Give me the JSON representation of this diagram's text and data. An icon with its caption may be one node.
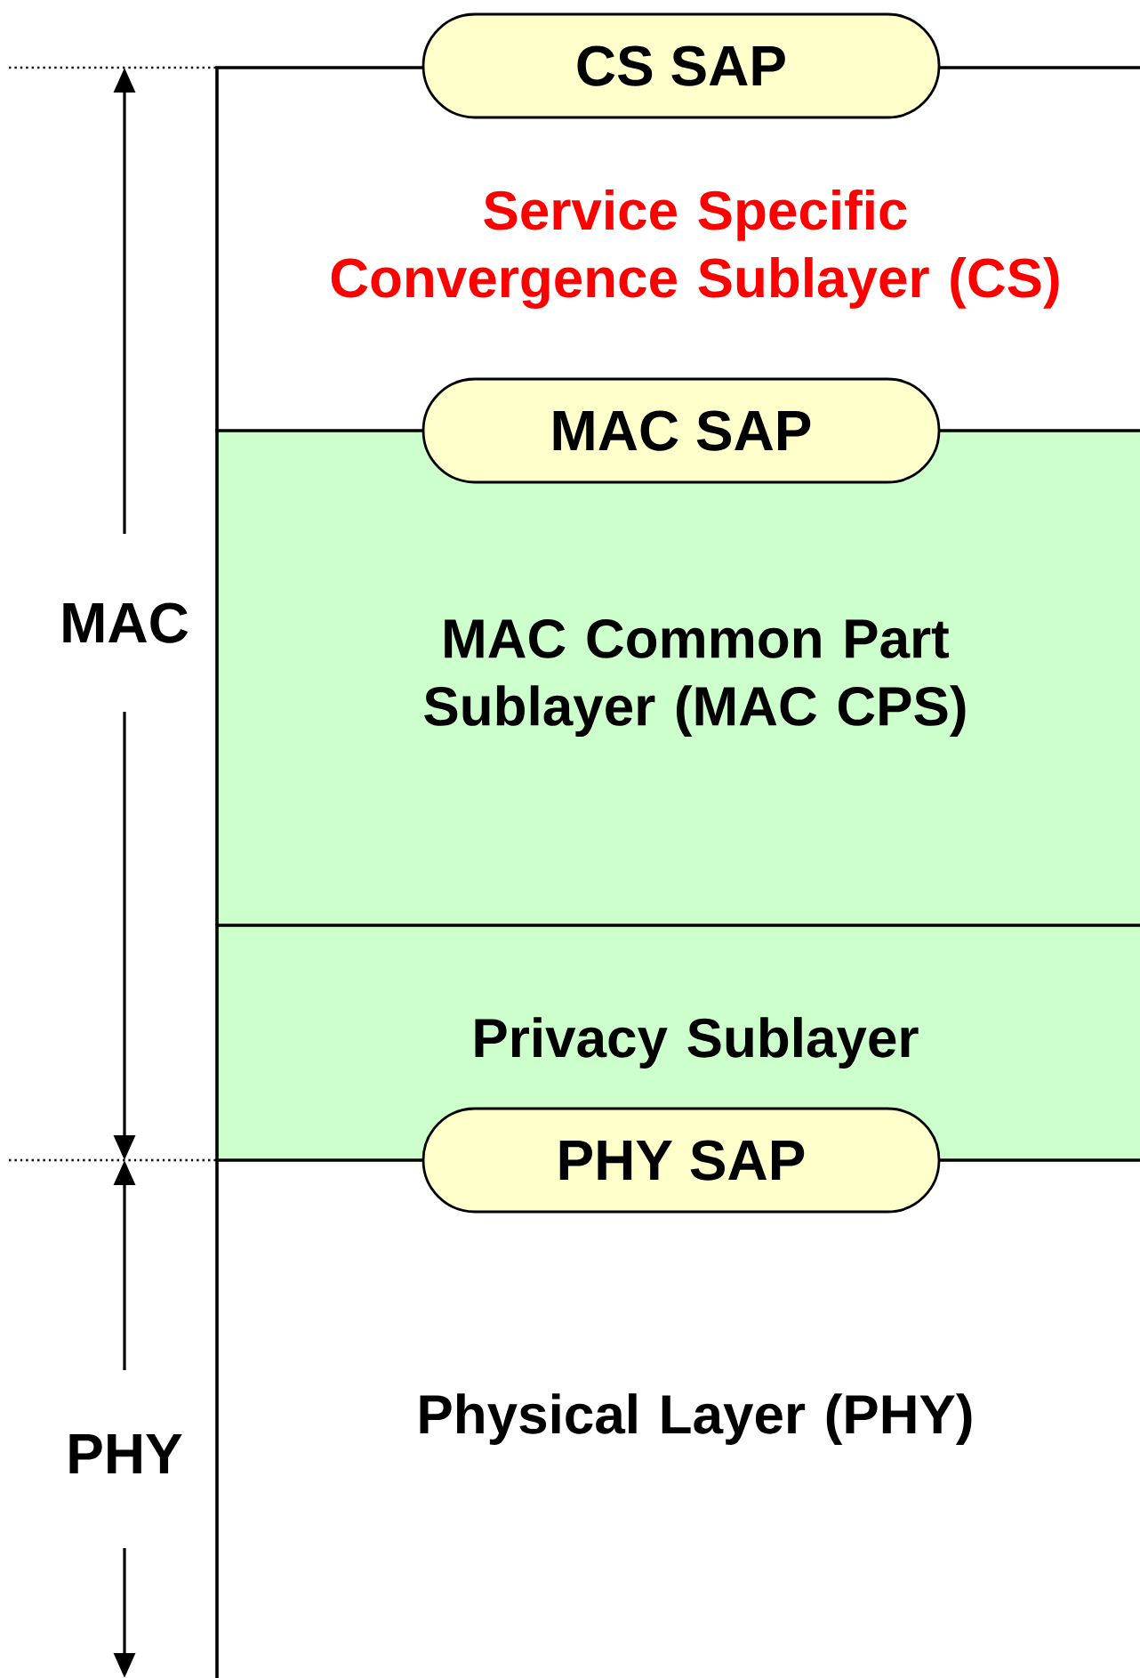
{
  "diagram": {
    "nodes": [
      {
        "text": [
          "CS SAP"
        ]
      },
      {
        "text": [
          "Service Specific Convergence Sublayer (CS)"
        ]
      },
      {
        "text": [
          "MAC SAP"
        ]
      },
      {
        "text": [
          "MAC Common Part Sublayer (MAC CPS)"
        ]
      },
      {
        "text": [
          "Privacy Sublayer"
        ]
      },
      {
        "text": [
          "PHY SAP"
        ]
      },
      {
        "text": [
          "Physical Layer (PHY)"
        ]
      }
    ],
    "labels": [
      "MAC",
      "PHY"
    ]
  }
}
